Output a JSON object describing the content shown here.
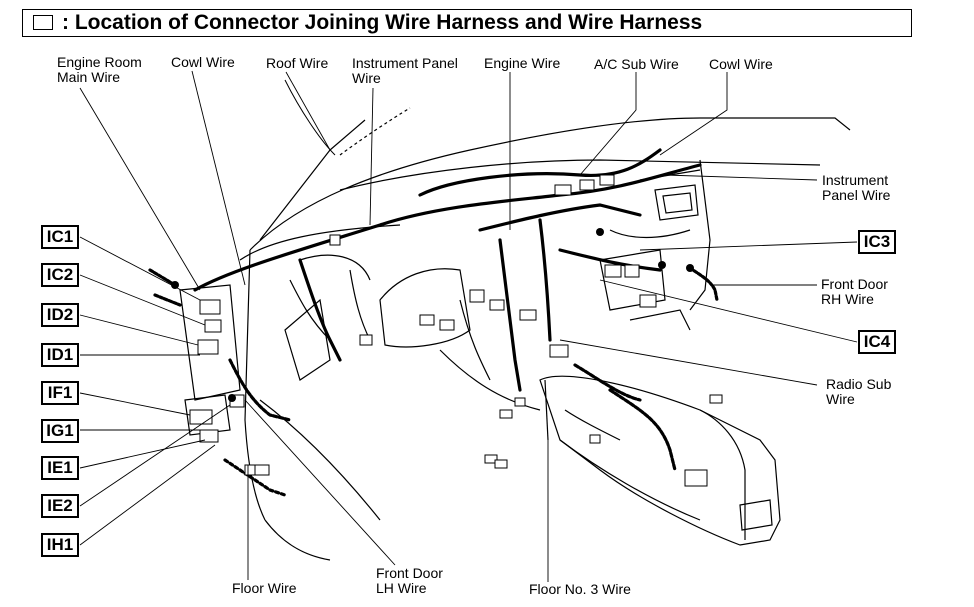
{
  "title": ": Location of Connector Joining Wire Harness and Wire Harness",
  "wire_labels": {
    "engine_room_main_1": "Engine Room",
    "engine_room_main_2": "Main Wire",
    "cowl_left": "Cowl Wire",
    "roof": "Roof Wire",
    "instrument_panel_top_1": "Instrument Panel",
    "instrument_panel_top_2": "Wire",
    "engine": "Engine Wire",
    "ac_sub": "A/C Sub Wire",
    "cowl_right": "Cowl Wire",
    "instrument_panel_right_1": "Instrument",
    "instrument_panel_right_2": "Panel Wire",
    "front_door_rh_1": "Front Door",
    "front_door_rh_2": "RH Wire",
    "radio_sub_1": "Radio Sub",
    "radio_sub_2": "Wire",
    "floor": "Floor Wire",
    "front_door_lh_1": "Front Door",
    "front_door_lh_2": "LH Wire",
    "floor_no3": "Floor No. 3 Wire"
  },
  "connector_codes": {
    "ic1": "IC1",
    "ic2": "IC2",
    "id2": "ID2",
    "id1": "ID1",
    "if1": "IF1",
    "ig1": "IG1",
    "ie1": "IE1",
    "ie2": "IE2",
    "ih1": "IH1",
    "ic3": "IC3",
    "ic4": "IC4"
  }
}
